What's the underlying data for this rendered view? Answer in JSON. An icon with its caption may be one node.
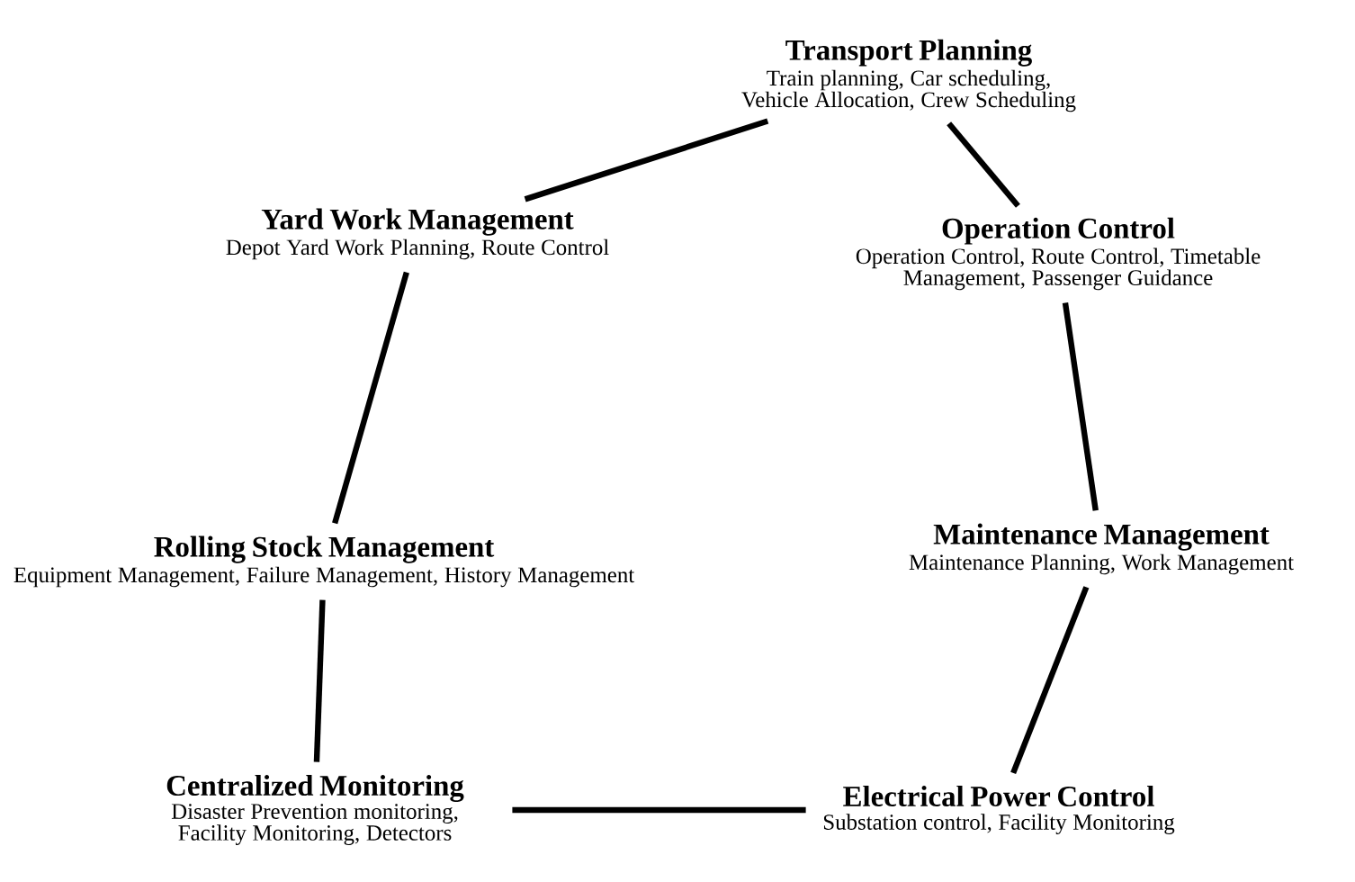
{
  "diagram": {
    "nodes": [
      {
        "text": [
          "Transport Planning",
          "Train planning, Car scheduling, Vehicle Allocation, Crew Scheduling"
        ]
      },
      {
        "text": [
          "Yard Work Management",
          "Depot Yard Work Planning, Route Control"
        ]
      },
      {
        "text": [
          "Operation Control",
          "Operation Control, Route Control, Timetable Management, Passenger Guidance"
        ]
      },
      {
        "text": [
          "Rolling Stock Management",
          "Equipment Management, Failure Management, History Management"
        ]
      },
      {
        "text": [
          "Maintenance Management",
          "Maintenance Planning, Work Management"
        ]
      },
      {
        "text": [
          "Centralized Monitoring",
          "Disaster Prevention monitoring, Facility Monitoring, Detectors"
        ]
      },
      {
        "text": [
          "Electrical Power Control",
          "Substation control, Facility Monitoring"
        ]
      }
    ],
    "edges": [
      {
        "from": 0,
        "to": 1,
        "arrow": "none"
      },
      {
        "from": 0,
        "to": 2,
        "arrow": "none"
      },
      {
        "from": 1,
        "to": 3,
        "arrow": "none"
      },
      {
        "from": 2,
        "to": 4,
        "arrow": "none"
      },
      {
        "from": 3,
        "to": 5,
        "arrow": "none"
      },
      {
        "from": 4,
        "to": 6,
        "arrow": "none"
      },
      {
        "from": 5,
        "to": 6,
        "arrow": "none"
      }
    ]
  }
}
